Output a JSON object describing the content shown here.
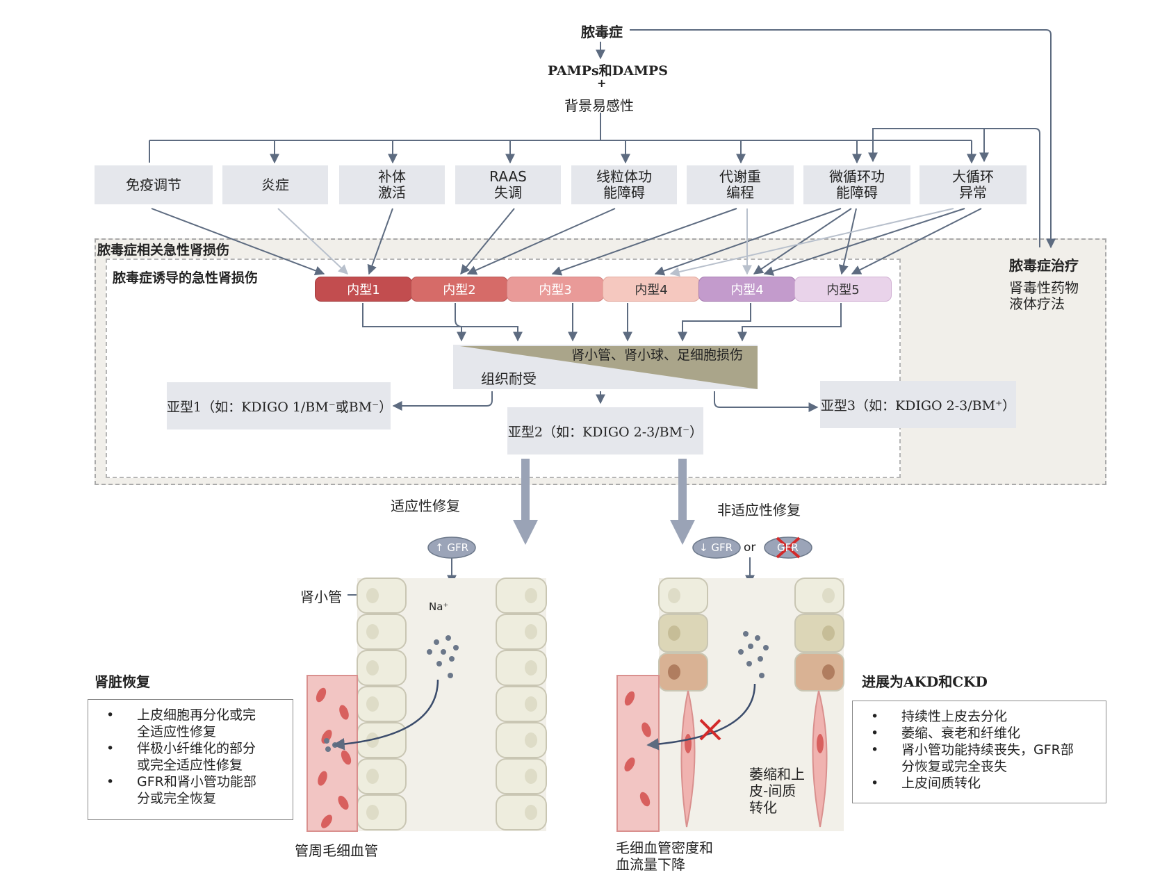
{
  "top": {
    "sepsis": "脓毒症",
    "pamps": "PAMPs和DAMPS",
    "plus": "+",
    "susceptibility": "背景易感性"
  },
  "mechanisms": [
    "免疫调节",
    "炎症",
    "补体\n激活",
    "RAAS\n失调",
    "线粒体功\n能障碍",
    "代谢重\n编程",
    "微循环功\n能障碍",
    "大循环\n异常"
  ],
  "frames": {
    "outer_label": "脓毒症相关急性肾损伤",
    "inner_label": "脓毒症诱导的急性肾损伤"
  },
  "treatment": {
    "title": "脓毒症治疗",
    "line1": "肾毒性药物",
    "line2": "液体疗法"
  },
  "subphenotypes": [
    {
      "label": "内型1",
      "color": "#c24d4f"
    },
    {
      "label": "内型2",
      "color": "#d66b68"
    },
    {
      "label": "内型3",
      "color": "#e99a98"
    },
    {
      "label": "内型4",
      "color": "#f5c8bf"
    },
    {
      "label": "内型4",
      "color": "#c39bcc"
    },
    {
      "label": "内型5",
      "color": "#e9d3ea"
    }
  ],
  "injury": {
    "damage": "肾小管、肾小球、足细胞损伤",
    "tolerance": "组织耐受"
  },
  "subtypes": {
    "s1": "亚型1（如：KDIGO 1/BM⁻或BM⁻）",
    "s2": "亚型2（如：KDIGO 2-3/BM⁻）",
    "s3": "亚型3（如：KDIGO 2-3/BM⁺）"
  },
  "repair": {
    "adaptive": "适应性修复",
    "maladaptive": "非适应性修复"
  },
  "left_panel": {
    "gfr": "↑ GFR",
    "tubule": "肾小管",
    "na": "Na⁺",
    "capillary": "管周毛细血管",
    "title": "肾脏恢复",
    "items": [
      "上皮细胞再分化或完\n全适应性修复",
      "伴极小纤维化的部分\n或完全适应性修复",
      "GFR和肾小管功能部\n分或完全恢复"
    ]
  },
  "right_panel": {
    "gfr_down": "↓ GFR",
    "or": "or",
    "gfr_x": "GFR",
    "atrophy": "萎缩和上\n皮-间质\n转化",
    "capillary": "毛细血管密度和\n血流量下降",
    "title": "进展为AKD和CKD",
    "items": [
      "持续性上皮去分化",
      "萎缩、衰老和纤维化",
      "肾小管功能持续丧失，GFR部\n分恢复或完全丧失",
      "上皮间质转化"
    ]
  },
  "colors": {
    "frame_bg": "#f1efea",
    "box_bg": "#e5e7ec",
    "line": "#5d6b80",
    "triangle": "#aaa58a",
    "repair_arrow": "#9aa3b6",
    "cross": "#d32a2a"
  }
}
